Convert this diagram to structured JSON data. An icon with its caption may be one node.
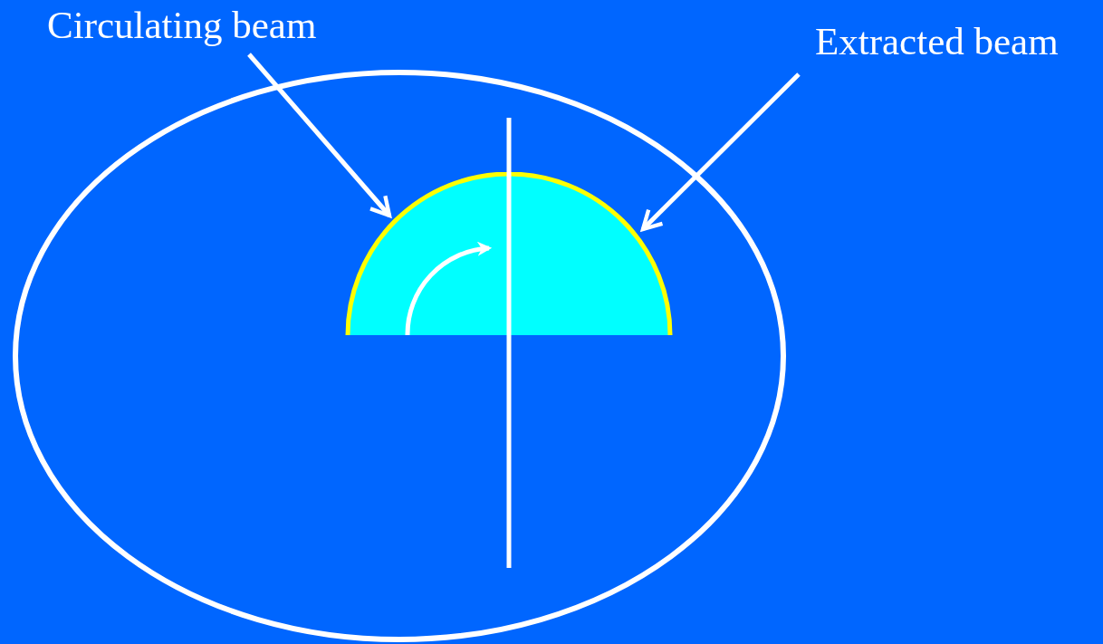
{
  "diagram": {
    "nodes": [
      {
        "text": [
          "Circulating beam"
        ]
      },
      {
        "text": [
          "Extracted beam"
        ]
      },
      {
        "text": [],
        "shape": "semicircle"
      }
    ],
    "edges": [
      {
        "from": 0,
        "to": 2,
        "arrow": "to"
      },
      {
        "from": 1,
        "to": 2,
        "arrow": "to"
      }
    ]
  }
}
